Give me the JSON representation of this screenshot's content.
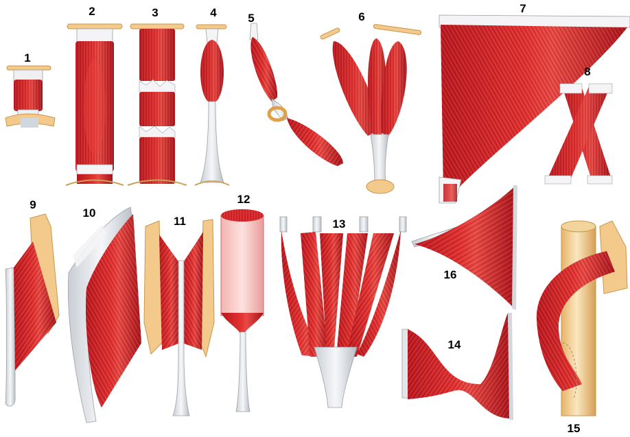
{
  "colors": {
    "muscle": "#d8242a",
    "muscle_dark": "#a8141b",
    "fiber_light": "#f2a6a3",
    "tendon": "#e9ecef",
    "tendon_edge": "#9aa0a6",
    "bone": "#f3c98c",
    "bone_edge": "#c9954a",
    "cylinder": "#f7d9a0"
  },
  "labels": [
    "1",
    "2",
    "3",
    "4",
    "5",
    "6",
    "7",
    "8",
    "9",
    "10",
    "11",
    "12",
    "13",
    "14",
    "15",
    "16"
  ]
}
